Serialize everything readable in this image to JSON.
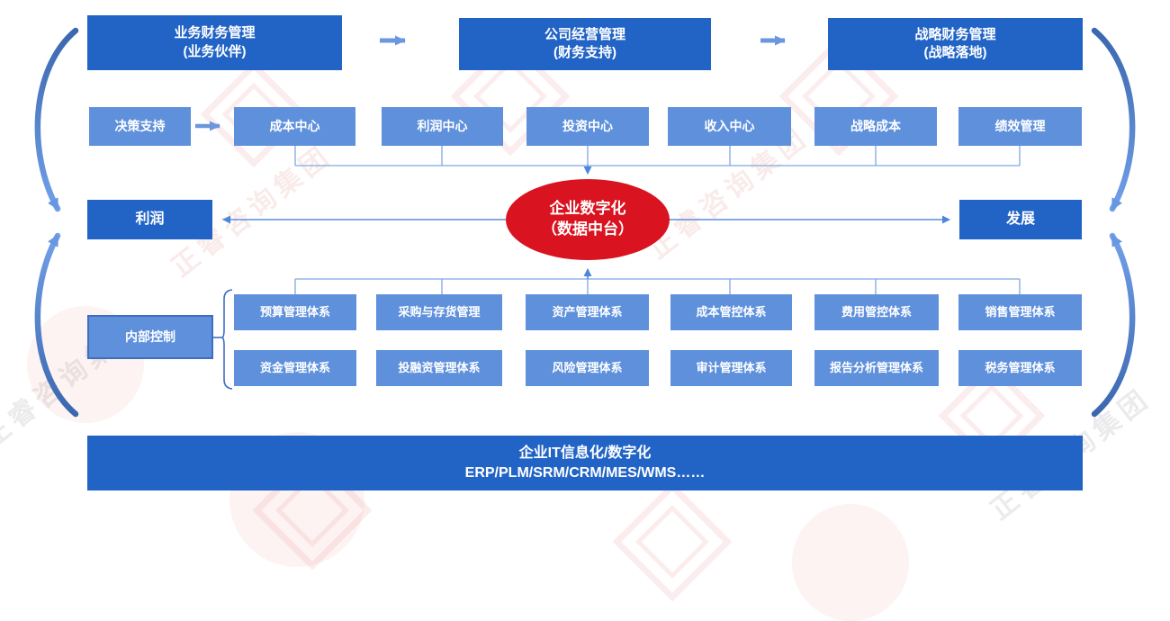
{
  "colors": {
    "dark_blue": "#2264c6",
    "medium_blue": "#5e90dc",
    "outline_blue": "#3f6ec0",
    "connector_blue": "#7fa8e2",
    "arrow_blue": "#4c86db",
    "curve_blue_dark": "#3a67ae",
    "curve_blue_light": "#72a0e8",
    "hub_red": "#d9131f"
  },
  "top_flow": [
    {
      "label": "业务财务管理",
      "sub": "(业务伙伴)"
    },
    {
      "label": "公司经营管理",
      "sub": "(财务支持)"
    },
    {
      "label": "战略财务管理",
      "sub": "(战略落地)"
    }
  ],
  "center_row": {
    "lead": "决策支持",
    "items": [
      "成本中心",
      "利润中心",
      "投资中心",
      "收入中心",
      "战略成本",
      "绩效管理"
    ]
  },
  "hub": {
    "line1": "企业数字化",
    "line2": "（数据中台）"
  },
  "outcomes": {
    "left": "利润",
    "right": "发展"
  },
  "internal_control": {
    "label": "内部控制",
    "row1": [
      "预算管理体系",
      "采购与存货管理",
      "资产管理体系",
      "成本管控体系",
      "费用管控体系",
      "销售管理体系"
    ],
    "row2": [
      "资金管理体系",
      "投融资管理体系",
      "风险管理体系",
      "审计管理体系",
      "报告分析管理体系",
      "税务管理体系"
    ]
  },
  "footer": {
    "line1": "企业IT信息化/数字化",
    "line2": "ERP/PLM/SRM/CRM/MES/WMS……"
  },
  "watermark": {
    "brand": "正睿咨询集团"
  }
}
